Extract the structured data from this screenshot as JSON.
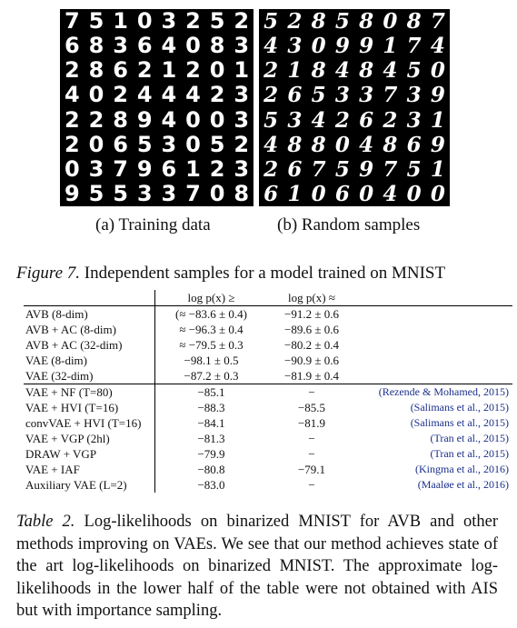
{
  "figure": {
    "training_digits": [
      "75103252",
      "68364083",
      "28621201",
      "40244423",
      "22894003",
      "20653052",
      "03796123",
      "95533708"
    ],
    "sample_digits": [
      "52858087",
      "43099174",
      "21848450",
      "26533739",
      "53426231",
      "48804869",
      "26759751",
      "61060400"
    ],
    "subcaption_a": "(a) Training data",
    "subcaption_b": "(b) Random samples",
    "caption_label": "Figure 7.",
    "caption_text": " Independent samples for a model trained on MNIST"
  },
  "table": {
    "headers": [
      "",
      "log p(x) ≥",
      "log p(x) ≈",
      ""
    ],
    "rows": [
      [
        "AVB (8-dim)",
        "(≈ −83.6 ± 0.4)",
        "−91.2 ± 0.6",
        ""
      ],
      [
        "AVB + AC (8-dim)",
        "≈ −96.3 ± 0.4",
        "−89.6 ± 0.6",
        ""
      ],
      [
        "AVB + AC (32-dim)",
        "≈ −79.5 ± 0.3",
        "−80.2 ± 0.4",
        ""
      ],
      [
        "VAE (8-dim)",
        "−98.1 ± 0.5",
        "−90.9 ± 0.6",
        ""
      ],
      [
        "VAE (32-dim)",
        "−87.2 ± 0.3",
        "−81.9 ± 0.4",
        ""
      ],
      [
        "VAE + NF (T=80)",
        "−85.1",
        "−",
        "(Rezende & Mohamed, 2015)"
      ],
      [
        "VAE + HVI (T=16)",
        "−88.3",
        "−85.5",
        "(Salimans et al., 2015)"
      ],
      [
        "convVAE + HVI (T=16)",
        "−84.1",
        "−81.9",
        "(Salimans et al., 2015)"
      ],
      [
        "VAE + VGP (2hl)",
        "−81.3",
        "−",
        "(Tran et al., 2015)"
      ],
      [
        "DRAW + VGP",
        "−79.9",
        "−",
        "(Tran et al., 2015)"
      ],
      [
        "VAE + IAF",
        "−80.8",
        "−79.1",
        "(Kingma et al., 2016)"
      ],
      [
        "Auxiliary VAE (L=2)",
        "−83.0",
        "−",
        "(Maaløe et al., 2016)"
      ]
    ],
    "caption_label": "Table 2.",
    "caption_text": " Log-likelihoods on binarized MNIST for AVB and other methods improving on VAEs. We see that our method achieves state of the art log-likelihoods on binarized MNIST. The approximate log-likelihoods in the lower half of the table were not obtained with AIS but with importance sampling."
  }
}
